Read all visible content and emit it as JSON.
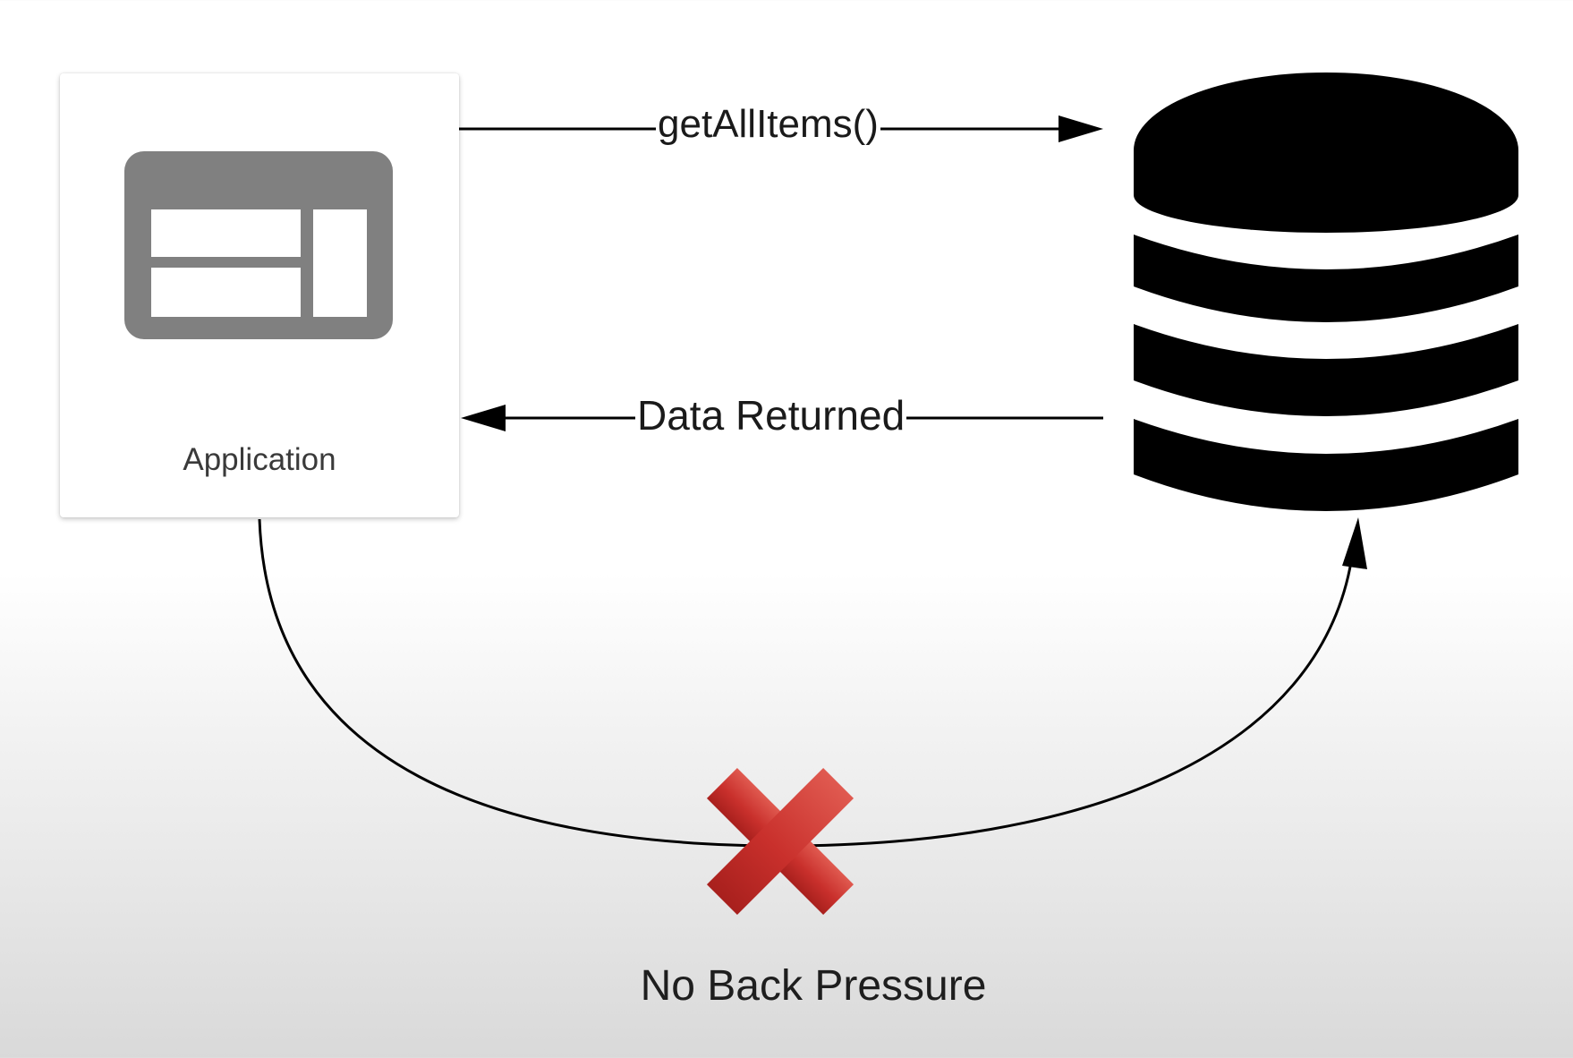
{
  "application": {
    "label": "Application"
  },
  "edges": {
    "request_label": "getAllItems()",
    "response_label": "Data Returned"
  },
  "status": {
    "label": "No Back Pressure"
  },
  "icons": {
    "application": "window-layout-icon",
    "database": "database-icon",
    "blocked": "red-x-icon"
  },
  "colors": {
    "app_icon": "#808080",
    "database": "#000000",
    "x_mark": "#c9302c",
    "arrow": "#000000"
  }
}
